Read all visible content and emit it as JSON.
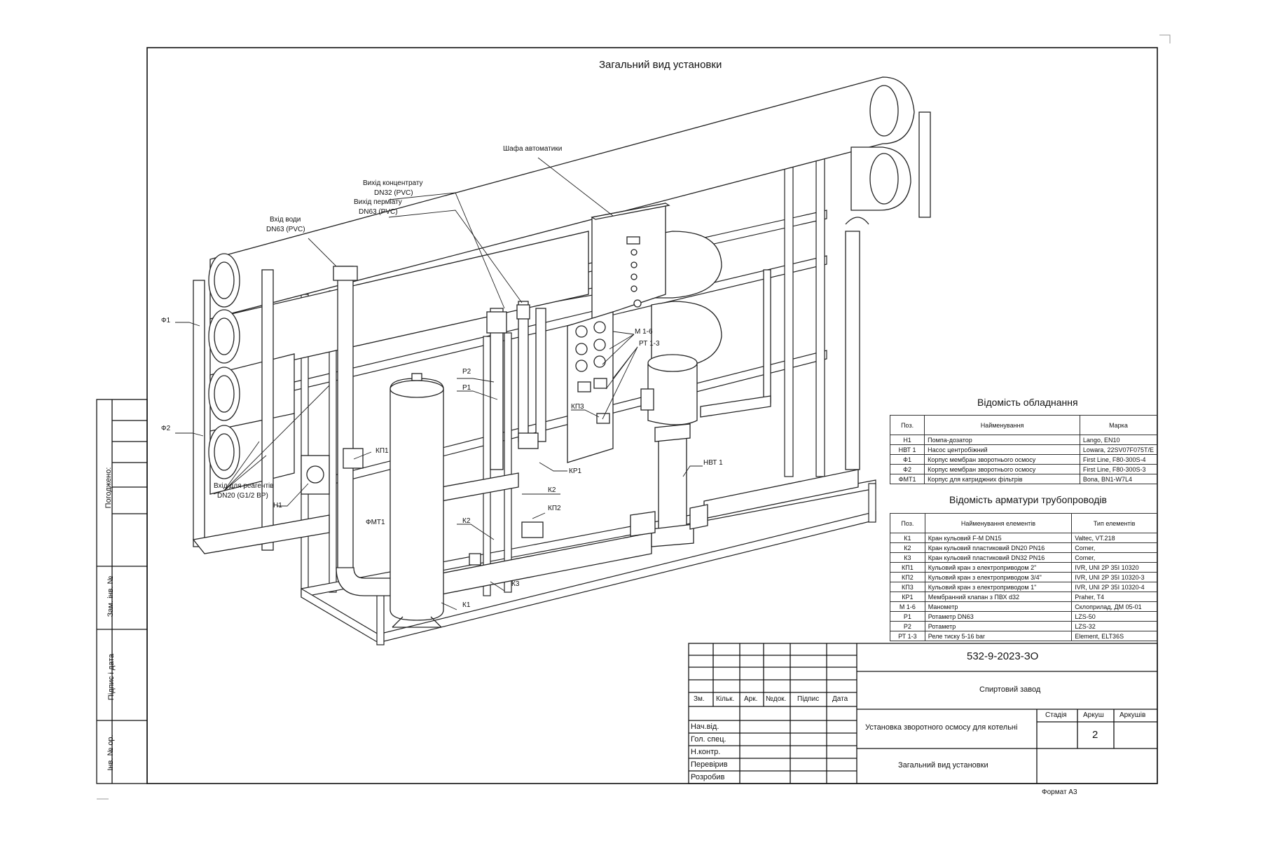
{
  "drawing_title": "Загальний вид установки",
  "labels": {
    "shafa": "Шафа автоматики",
    "vyhid_konc_1": "Вихід концентрату",
    "vyhid_konc_2": "DN32 (PVC)",
    "vyhid_perm_1": "Вихід перміату",
    "vyhid_perm_2": "DN63 (PVC)",
    "vhid_vody_1": "Вхід води",
    "vhid_vody_2": "DN63 (PVC)",
    "f1": "Ф1",
    "f2": "Ф2",
    "vhid_reag_1": "Вхід для реагентів",
    "vhid_reag_2": "DN20 (G1/2 ВР)",
    "h1": "Н1",
    "kp1": "КП1",
    "fmt1": "ФМТ1",
    "p2": "Р2",
    "p1": "Р1",
    "k2a": "К2",
    "k2b": "К2",
    "kp2": "КП2",
    "k3": "К3",
    "k1": "К1",
    "kr1": "КР1",
    "kp3": "КП3",
    "m16": "М 1-6",
    "rt13": "РТ 1-3",
    "nvt1": "НВТ 1"
  },
  "equipment": {
    "title": "Відомість обладнання",
    "headers": [
      "Поз.",
      "Найменування",
      "Марка"
    ],
    "rows": [
      [
        "Н1",
        "Помпа-дозатор",
        "Lango, EN10"
      ],
      [
        "НВТ 1",
        "Насос центробіжний",
        "Lowara, 22SV07F075T/E"
      ],
      [
        "Ф1",
        "Корпус мембран зворотнього осмосу",
        "First Line, F80-300S-4"
      ],
      [
        "Ф2",
        "Корпус мембран зворотнього осмосу",
        "First Line, F80-300S-3"
      ],
      [
        "ФМТ1",
        "Корпус для катриджних фільтрів",
        "Bona, BN1-W7L4"
      ]
    ]
  },
  "fittings": {
    "title": "Відомість арматури трубопроводів",
    "headers": [
      "Поз.",
      "Найменування елементів",
      "Тип елементів"
    ],
    "rows": [
      [
        "К1",
        "Кран кульовий F-M DN15",
        "Valtec, VT.218"
      ],
      [
        "К2",
        "Кран кульовий пластиковий DN20 PN16",
        "Comer,"
      ],
      [
        "К3",
        "Кран кульовий пластиковий DN32 PN16",
        "Comer,"
      ],
      [
        "КП1",
        "Кульовий кран з електроприводом 2\"",
        "IVR, UNI 2P 35I 10320"
      ],
      [
        "КП2",
        "Кульовий кран з електроприводом 3/4\"",
        "IVR, UNI 2P 35I 10320-3"
      ],
      [
        "КП3",
        "Кульовий кран з електроприводом 1\"",
        "IVR, UNI 2P 35I 10320-4"
      ],
      [
        "КР1",
        "Мембранний клапан з ПВХ d32",
        "Praher, T4"
      ],
      [
        "М 1-6",
        "Манометр",
        "Склоприлад, ДМ 05-01"
      ],
      [
        "Р1",
        "Ротаметр DN63",
        "LZS-50"
      ],
      [
        "Р2",
        "Ротаметр",
        "LZS-32"
      ],
      [
        "РТ 1-3",
        "Реле тиску 5-16 bar",
        "Element, ELT36S"
      ]
    ]
  },
  "stamp": {
    "doc_number": "532-9-2023-ЗО",
    "project": "Спиртовий завод",
    "object": "Установка зворотного осмосу для котельні",
    "sheet_title": "Загальний вид установки",
    "col_headers": [
      "Зм.",
      "Кільк.",
      "Арк.",
      "№док.",
      "Підпис",
      "Дата"
    ],
    "roles": [
      "Нач.від.",
      "Гол. спец.",
      "Н.контр.",
      "Перевірив",
      "Розробив"
    ],
    "stage_label": "Стадія",
    "sheet_label": "Аркуш",
    "sheets_label": "Аркушів",
    "sheet_value": "2"
  },
  "side_stamp": {
    "agreed": "Погоджено:",
    "zam_inv": "Зам. інв. №",
    "signature_date": "Підпис і дата",
    "inv_orig": "Інв. № ор."
  },
  "format": "Формат А3"
}
